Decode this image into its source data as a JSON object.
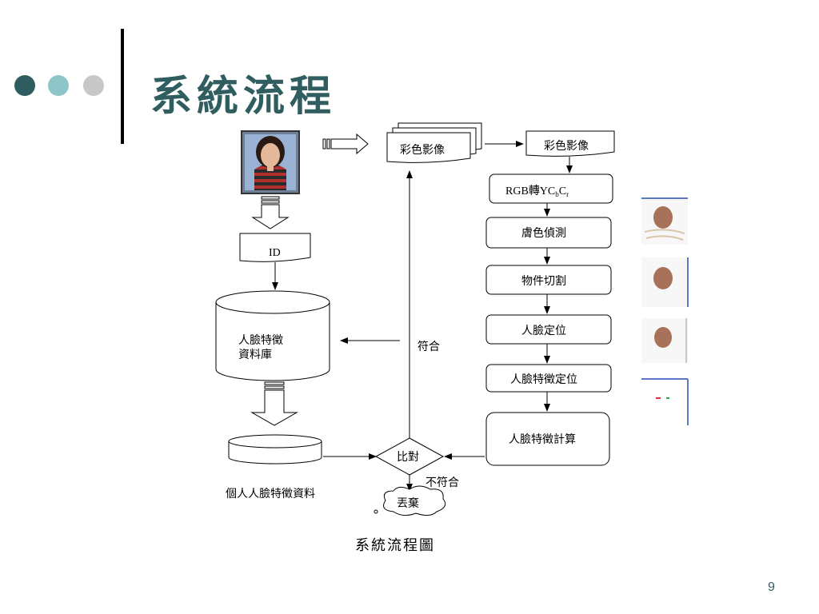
{
  "slide": {
    "title": "系統流程",
    "caption": "系統流程圖",
    "page_number": "9"
  },
  "colors": {
    "title": "#2f5d60",
    "dot_dark": "#2f5d60",
    "dot_light": "#8ec5c8",
    "dot_gray": "#c8c8c8"
  },
  "flowchart": {
    "id_label": "ID",
    "database_label_line1": "人臉特徵",
    "database_label_line2": "資料庫",
    "personal_data_label": "個人人臉特徵資料",
    "color_image_stack": "彩色影像",
    "color_image": "彩色影像",
    "rgb_convert_prefix": "RGB轉YC",
    "rgb_convert_sub1": "b",
    "rgb_convert_mid": "C",
    "rgb_convert_sub2": "r",
    "skin_detect": "膚色偵測",
    "object_segment": "物件切割",
    "face_locate": "人臉定位",
    "feature_locate": "人臉特徵定位",
    "feature_compute": "人臉特徵計算",
    "compare": "比對",
    "match": "符合",
    "no_match": "不符合",
    "discard": "丟棄"
  }
}
